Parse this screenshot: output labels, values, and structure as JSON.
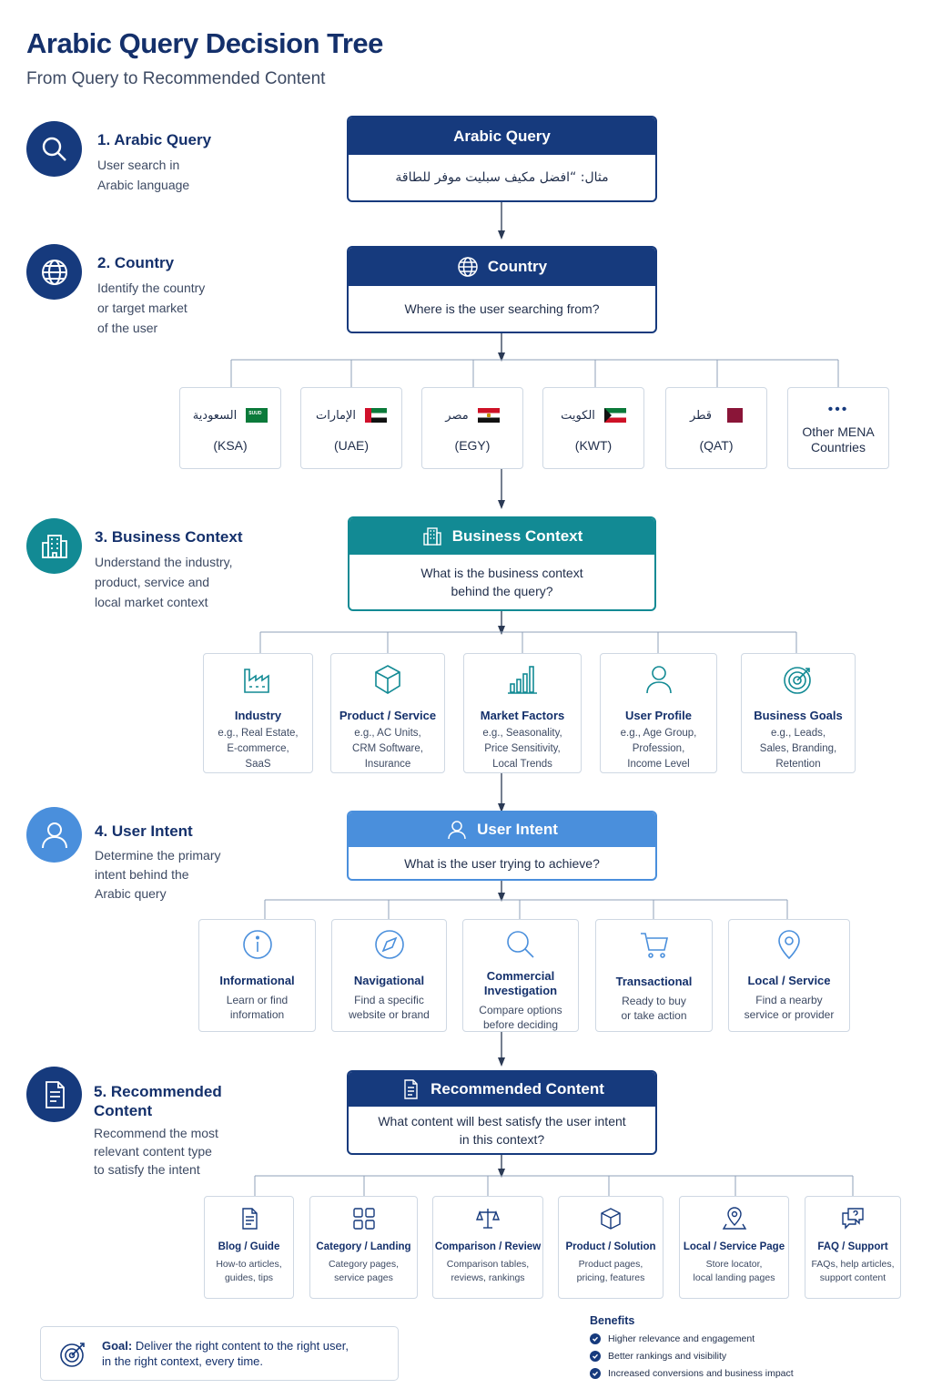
{
  "header": {
    "title": "Arabic Query Decision Tree",
    "subtitle": "From Query to Recommended Content"
  },
  "steps": [
    {
      "title": "1. Arabic Query",
      "desc_lines": [
        "User search in",
        "Arabic language"
      ],
      "icon": "search-icon",
      "color": "#163a7d"
    },
    {
      "title": "2. Country",
      "desc_lines": [
        "Identify the country",
        "or target market",
        "of the user"
      ],
      "icon": "globe-icon",
      "color": "#163a7d"
    },
    {
      "title": "3. Business Context",
      "desc_lines": [
        "Understand the industry,",
        "product, service and",
        "local market context"
      ],
      "icon": "building-icon",
      "color": "#128a94"
    },
    {
      "title": "4. User Intent",
      "desc_lines": [
        "Determine the primary",
        "intent behind the",
        "Arabic query"
      ],
      "icon": "user-icon",
      "color": "#4a8fdc"
    },
    {
      "title_lines": [
        "5. Recommended",
        "Content"
      ],
      "desc_lines": [
        "Recommend the most",
        "relevant content type",
        "to satisfy the intent"
      ],
      "icon": "document-icon",
      "color": "#163a7d"
    }
  ],
  "boxes": {
    "query": {
      "title": "Arabic Query",
      "body": "مثال: “افضل مكيف سبليت موفر للطاقة"
    },
    "country": {
      "title": "Country",
      "body": "Where is the user searching from?",
      "icon": "globe-icon"
    },
    "business": {
      "title": "Business Context",
      "body_lines": [
        "What is the business context",
        "behind the query?"
      ],
      "icon": "building-icon"
    },
    "intent": {
      "title": "User Intent",
      "body": "What is the user trying to achieve?",
      "icon": "user-icon"
    },
    "recommended": {
      "title": "Recommended Content",
      "body_lines": [
        "What content will best satisfy the user intent",
        "in this context?"
      ],
      "icon": "document-icon"
    }
  },
  "countries": [
    {
      "arabic": "السعودية",
      "code": "(KSA)",
      "flag": "saudi-flag"
    },
    {
      "arabic": "الإمارات",
      "code": "(UAE)",
      "flag": "uae-flag"
    },
    {
      "arabic": "مصر",
      "code": "(EGY)",
      "flag": "egypt-flag"
    },
    {
      "arabic": "الكويت",
      "code": "(KWT)",
      "flag": "kuwait-flag"
    },
    {
      "arabic": "قطر",
      "code": "(QAT)",
      "flag": "qatar-flag"
    },
    {
      "dots": "•••",
      "label_lines": [
        "Other MENA",
        "Countries"
      ]
    }
  ],
  "flag_text": {
    "saudi": "SUUD"
  },
  "business_factors": [
    {
      "title": "Industry",
      "desc_lines": [
        "e.g., Real Estate,",
        "E-commerce,",
        "SaaS"
      ],
      "icon": "factory-icon"
    },
    {
      "title": "Product / Service",
      "desc_lines": [
        "e.g., AC Units,",
        "CRM Software,",
        "Insurance"
      ],
      "icon": "box-icon"
    },
    {
      "title": "Market Factors",
      "desc_lines": [
        "e.g., Seasonality,",
        "Price Sensitivity,",
        "Local Trends"
      ],
      "icon": "bar-chart-icon"
    },
    {
      "title": "User Profile",
      "desc_lines": [
        "e.g., Age Group,",
        "Profession,",
        "Income Level"
      ],
      "icon": "user-icon"
    },
    {
      "title": "Business Goals",
      "desc_lines": [
        "e.g., Leads,",
        "Sales, Branding,",
        "Retention"
      ],
      "icon": "target-icon"
    }
  ],
  "intents": [
    {
      "title_lines": [
        "Informational"
      ],
      "desc_lines": [
        "Learn or find",
        "information"
      ],
      "icon": "info-icon"
    },
    {
      "title_lines": [
        "Navigational"
      ],
      "desc_lines": [
        "Find a specific",
        "website or brand"
      ],
      "icon": "compass-icon"
    },
    {
      "title_lines": [
        "Commercial",
        "Investigation"
      ],
      "desc_lines": [
        "Compare options",
        "before deciding"
      ],
      "icon": "search-icon"
    },
    {
      "title_lines": [
        "Transactional"
      ],
      "desc_lines": [
        "Ready to buy",
        "or take action"
      ],
      "icon": "cart-icon"
    },
    {
      "title_lines": [
        "Local / Service"
      ],
      "desc_lines": [
        "Find a nearby",
        "service or provider"
      ],
      "icon": "location-pin-icon"
    }
  ],
  "content_types": [
    {
      "title": "Blog / Guide",
      "desc_lines": [
        "How-to articles,",
        "guides, tips"
      ],
      "icon": "document-icon"
    },
    {
      "title": "Category / Landing",
      "desc_lines": [
        "Category pages,",
        "service pages"
      ],
      "icon": "grid-icon"
    },
    {
      "title": "Comparison / Review",
      "desc_lines": [
        "Comparison tables,",
        "reviews, rankings"
      ],
      "icon": "scale-icon"
    },
    {
      "title": "Product / Solution",
      "desc_lines": [
        "Product pages,",
        "pricing, features"
      ],
      "icon": "box-icon"
    },
    {
      "title": "Local / Service Page",
      "desc_lines": [
        "Store locator,",
        "local landing pages"
      ],
      "icon": "map-pin-icon"
    },
    {
      "title": "FAQ / Support",
      "desc_lines": [
        "FAQs, help articles,",
        "support content"
      ],
      "icon": "chat-icon"
    }
  ],
  "goal": {
    "label": "Goal:",
    "text_1": " Deliver the right content to the right user,",
    "text_2": "in the right context, every time.",
    "icon": "target-icon"
  },
  "benefits": {
    "title": "Benefits",
    "items": [
      "Higher relevance and engagement",
      "Better rankings and visibility",
      "Increased conversions and business impact"
    ]
  },
  "colors": {
    "navy": "#163a7d",
    "teal": "#128a94",
    "blue": "#4a8fdc",
    "connector": "#8fa0b8"
  }
}
